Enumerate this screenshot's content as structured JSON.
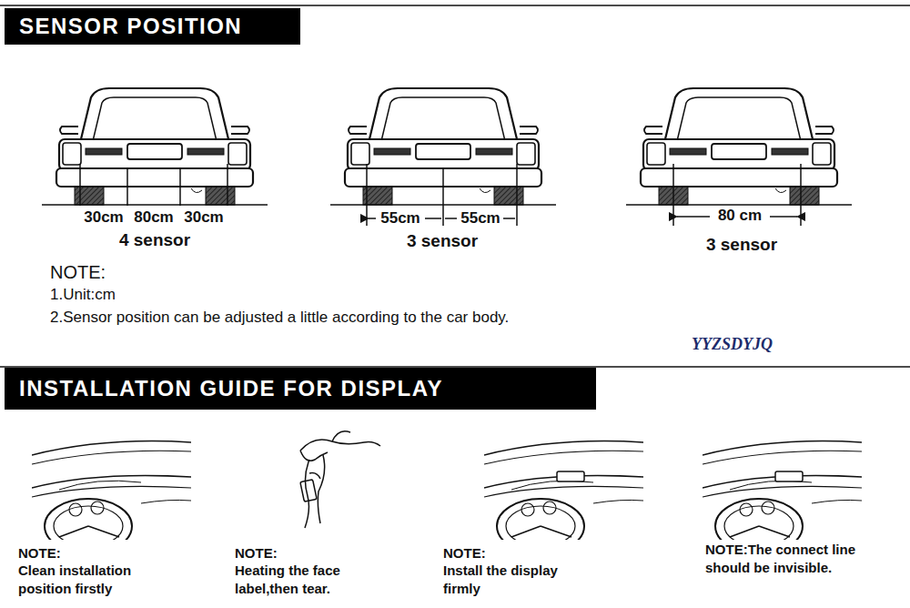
{
  "diagram": {
    "nodes": [
      {
        "text": [
          "SENSOR POSITION"
        ]
      },
      {
        "text": [
          "INSTALLATION GUIDE FOR DISPLAY"
        ]
      }
    ],
    "labels": [
      "30cm",
      "80cm",
      "30cm",
      "4 sensor",
      "55cm",
      "55cm",
      "3 sensor",
      "80 cm",
      "3 sensor",
      "NOTE:",
      "1.Unit:cm",
      "2.Sensor position can be adjusted a  little according to the car body.",
      "YYZSDYJQ",
      "NOTE:",
      "Clean installation position firstly",
      "NOTE:",
      "Heating the face label,then tear.",
      "NOTE:",
      "Install the display firmly",
      "NOTE:The connect line should be invisible."
    ]
  }
}
